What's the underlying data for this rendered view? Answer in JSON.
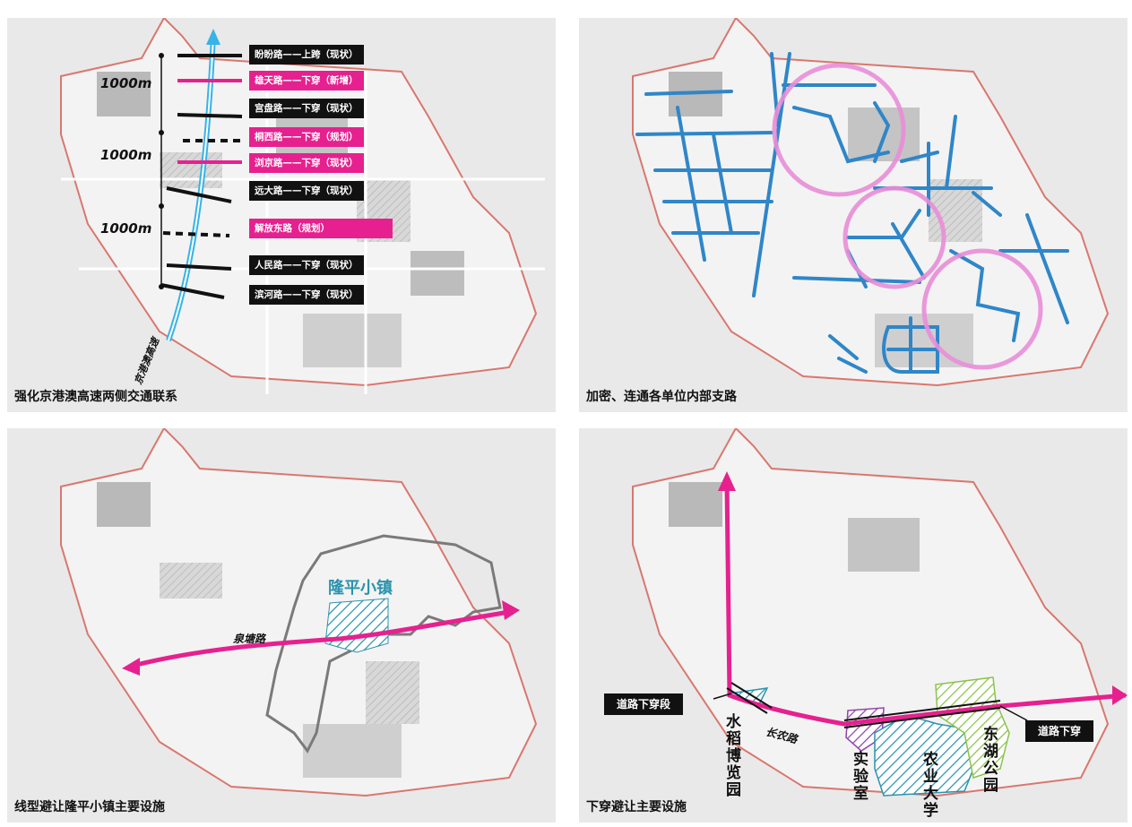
{
  "panels": [
    {
      "caption": "强化京港澳高速两侧交通联系",
      "distances": [
        "1000m",
        "1000m",
        "1000m"
      ],
      "highway_label": "京港澳高速",
      "roads": [
        {
          "label": "盼盼路——上跨（现状）",
          "color": "black"
        },
        {
          "label": "雄天路——下穿（新增）",
          "color": "pink"
        },
        {
          "label": "宫盘路——下穿（现状）",
          "color": "black"
        },
        {
          "label": "桐西路——下穿（规划）",
          "color": "pink"
        },
        {
          "label": "浏京路——下穿（现状）",
          "color": "pink"
        },
        {
          "label": "远大路——下穿（现状）",
          "color": "black"
        },
        {
          "label": "解放东路（规划）",
          "color": "pink"
        },
        {
          "label": "人民路——下穿（现状）",
          "color": "black"
        },
        {
          "label": "滨河路——下穿（现状）",
          "color": "black"
        }
      ]
    },
    {
      "caption": "加密、连通各单位内部支路"
    },
    {
      "caption": "线型避让隆平小镇主要设施",
      "town_label": "隆平小镇",
      "road_label": "泉塘路"
    },
    {
      "caption": "下穿避让主要设施",
      "callout_left": "道路下穿段",
      "callout_right": "道路下穿",
      "road_label": "长农路",
      "sites": [
        "水稻博览园",
        "实验室",
        "农业大学",
        "东湖公园"
      ]
    }
  ],
  "colors": {
    "accent_pink": "#e6218f",
    "accent_blue": "#2f86c8",
    "highway_blue": "#37b3e6",
    "boundary_red": "#d9776f",
    "hatch_teal": "#2b93ad",
    "hatch_green": "#8bc34a",
    "hatch_purple": "#8e44ad"
  }
}
